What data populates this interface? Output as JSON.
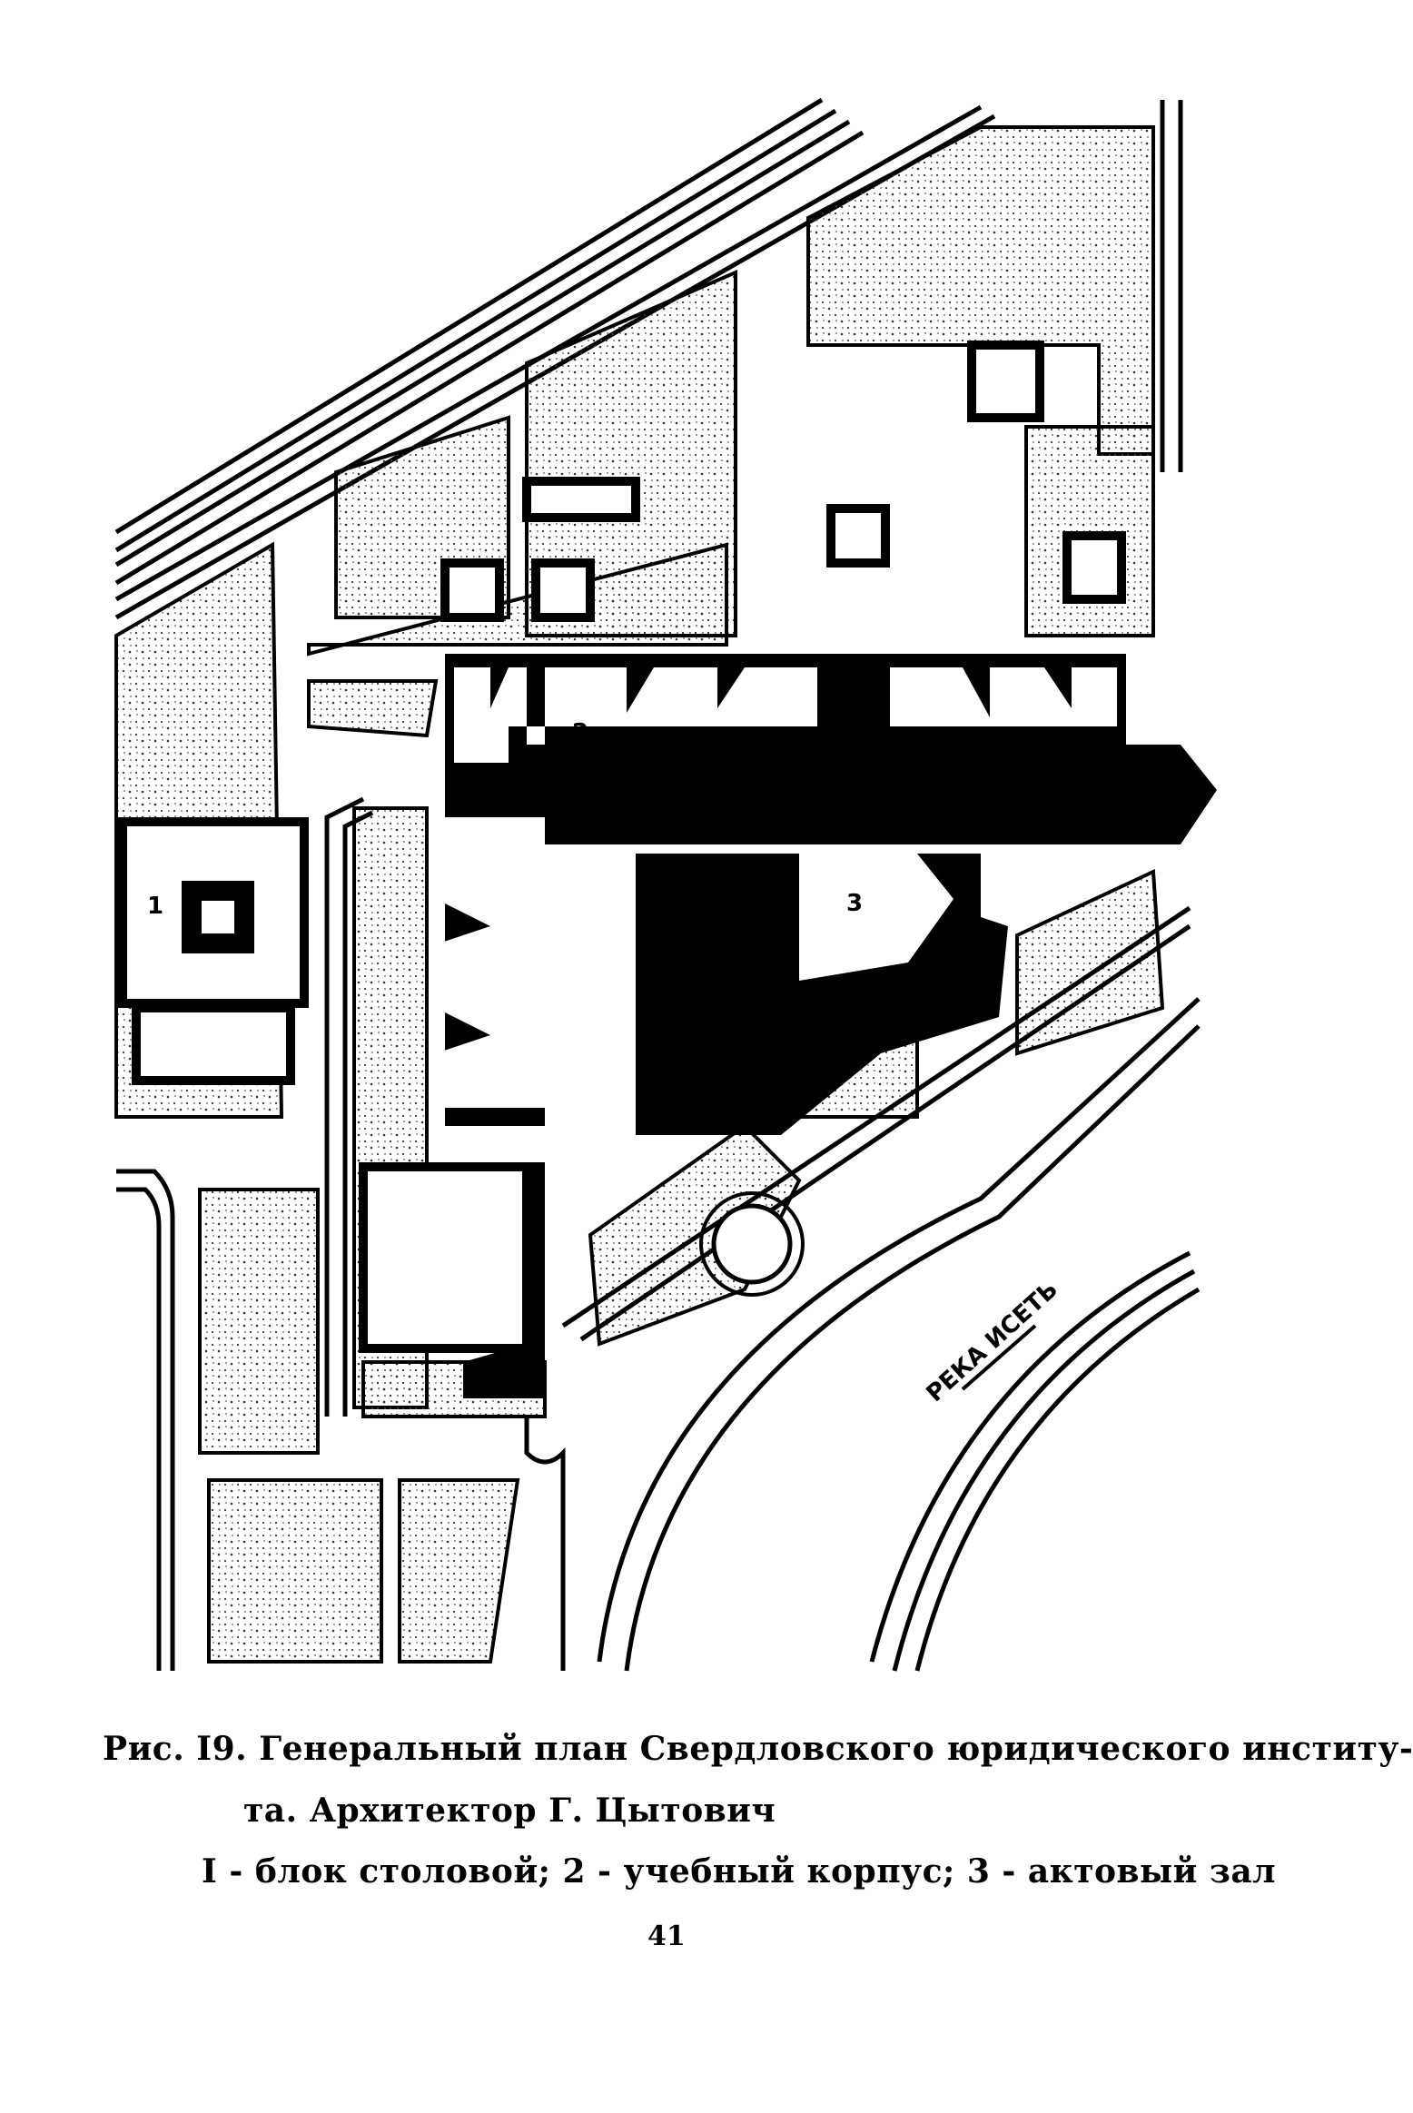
{
  "figure": {
    "labels": {
      "canteen": "1",
      "academic": "2",
      "hall": "3",
      "river": "РЕКА ИСЕТЬ"
    }
  },
  "caption": {
    "line1": "Рис. I9. Генеральный план Свердловского юридического институ-",
    "line2": "та. Архитектор Г. Цытович",
    "line3": "I - блок столовой; 2 - учебный корпус; 3 - актовый зал"
  },
  "page_number": "41",
  "colors": {
    "ink": "#000000",
    "paper": "#ffffff",
    "stipple": "#555555"
  }
}
